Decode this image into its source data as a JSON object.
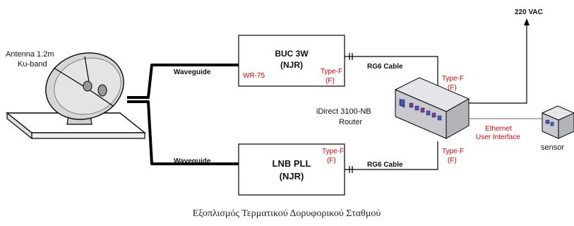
{
  "colors": {
    "line": "#000000",
    "red_label": "#e00000",
    "box_fill": "#ffffff",
    "router_top": "#e6e6ea",
    "router_front": "#c9c9cf",
    "router_side": "#b3b3ba",
    "port_blue": "#4455cc",
    "port_purple": "#7a3fa0"
  },
  "antenna": {
    "label_line1": "Antenna 1.2m",
    "label_line2": "Ku-band"
  },
  "buc": {
    "title": "BUC 3W",
    "subtitle": "(NJR)",
    "port_left": "WR-75",
    "port_right_line1": "Type-F",
    "port_right_line2": "(F)"
  },
  "lnb": {
    "title": "LNB PLL",
    "subtitle": "(NJR)",
    "port_right_line1": "Type-F",
    "port_right_line2": "(F)"
  },
  "router": {
    "label_line1": "iDirect 3100-NB",
    "label_line2": "Router",
    "port_top_line1": "Type-F",
    "port_top_line2": "(F)",
    "port_bottom_line1": "Type-F",
    "port_bottom_line2": "(F)"
  },
  "links": {
    "waveguide_top": "Waveguide",
    "waveguide_bottom": "Waveguide",
    "rg6_top": "RG6 Cable",
    "rg6_bottom": "RG6 Cable",
    "ethernet_line1": "Ethernet",
    "ethernet_line2": "User Interface"
  },
  "power": {
    "label": "220 VAC"
  },
  "sensor": {
    "label": "sensor"
  },
  "caption": "Εξοπλισμός Τερματικού Δορυφορικού Σταθμού"
}
